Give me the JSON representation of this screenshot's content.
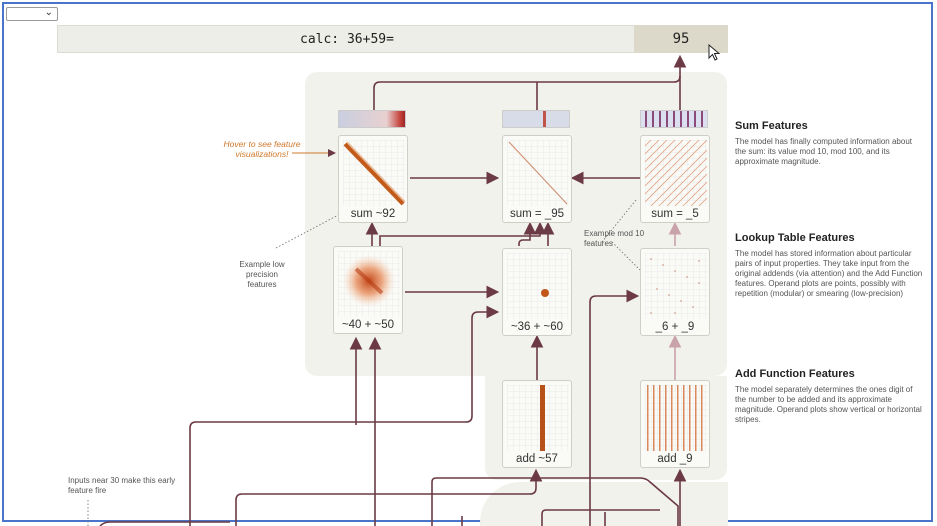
{
  "calc": {
    "prompt": "calc: 36+59=",
    "answer": "95"
  },
  "nodes": {
    "sum92": "sum ~92",
    "sum95": "sum = _95",
    "sum5": "sum = _5",
    "lut4050": "~40 + ~50",
    "lut3660": "~36 + ~60",
    "lut69": "_6 + _9",
    "add57": "add ~57",
    "add9": "add _9"
  },
  "annotations": {
    "hover": "Hover to see feature visualizations!",
    "low_precision": "Example low precision features",
    "mod10": "Example mod 10 features",
    "inputs30": "Inputs near 30 make this early feature fire"
  },
  "sections": [
    {
      "title": "Sum Features",
      "text": "The model has finally computed information about the sum: its value mod 10, mod 100, and its approximate magnitude."
    },
    {
      "title": "Lookup Table Features",
      "text": "The model has stored information about particular pairs of input properties. They take input from the original addends (via attention) and the Add Function features. Operand plots are points, possibly with repetition (modular) or smearing (low-precision)"
    },
    {
      "title": "Add Function Features",
      "text": "The model separately determines the ones digit of the number to be added and its approximate magnitude. Operand plots show vertical or horizontal stripes."
    }
  ],
  "colors": {
    "wire": "#6b3a44",
    "wire_light": "#c9a2ab",
    "accent": "#d0782a",
    "frame": "#4a74c9"
  }
}
